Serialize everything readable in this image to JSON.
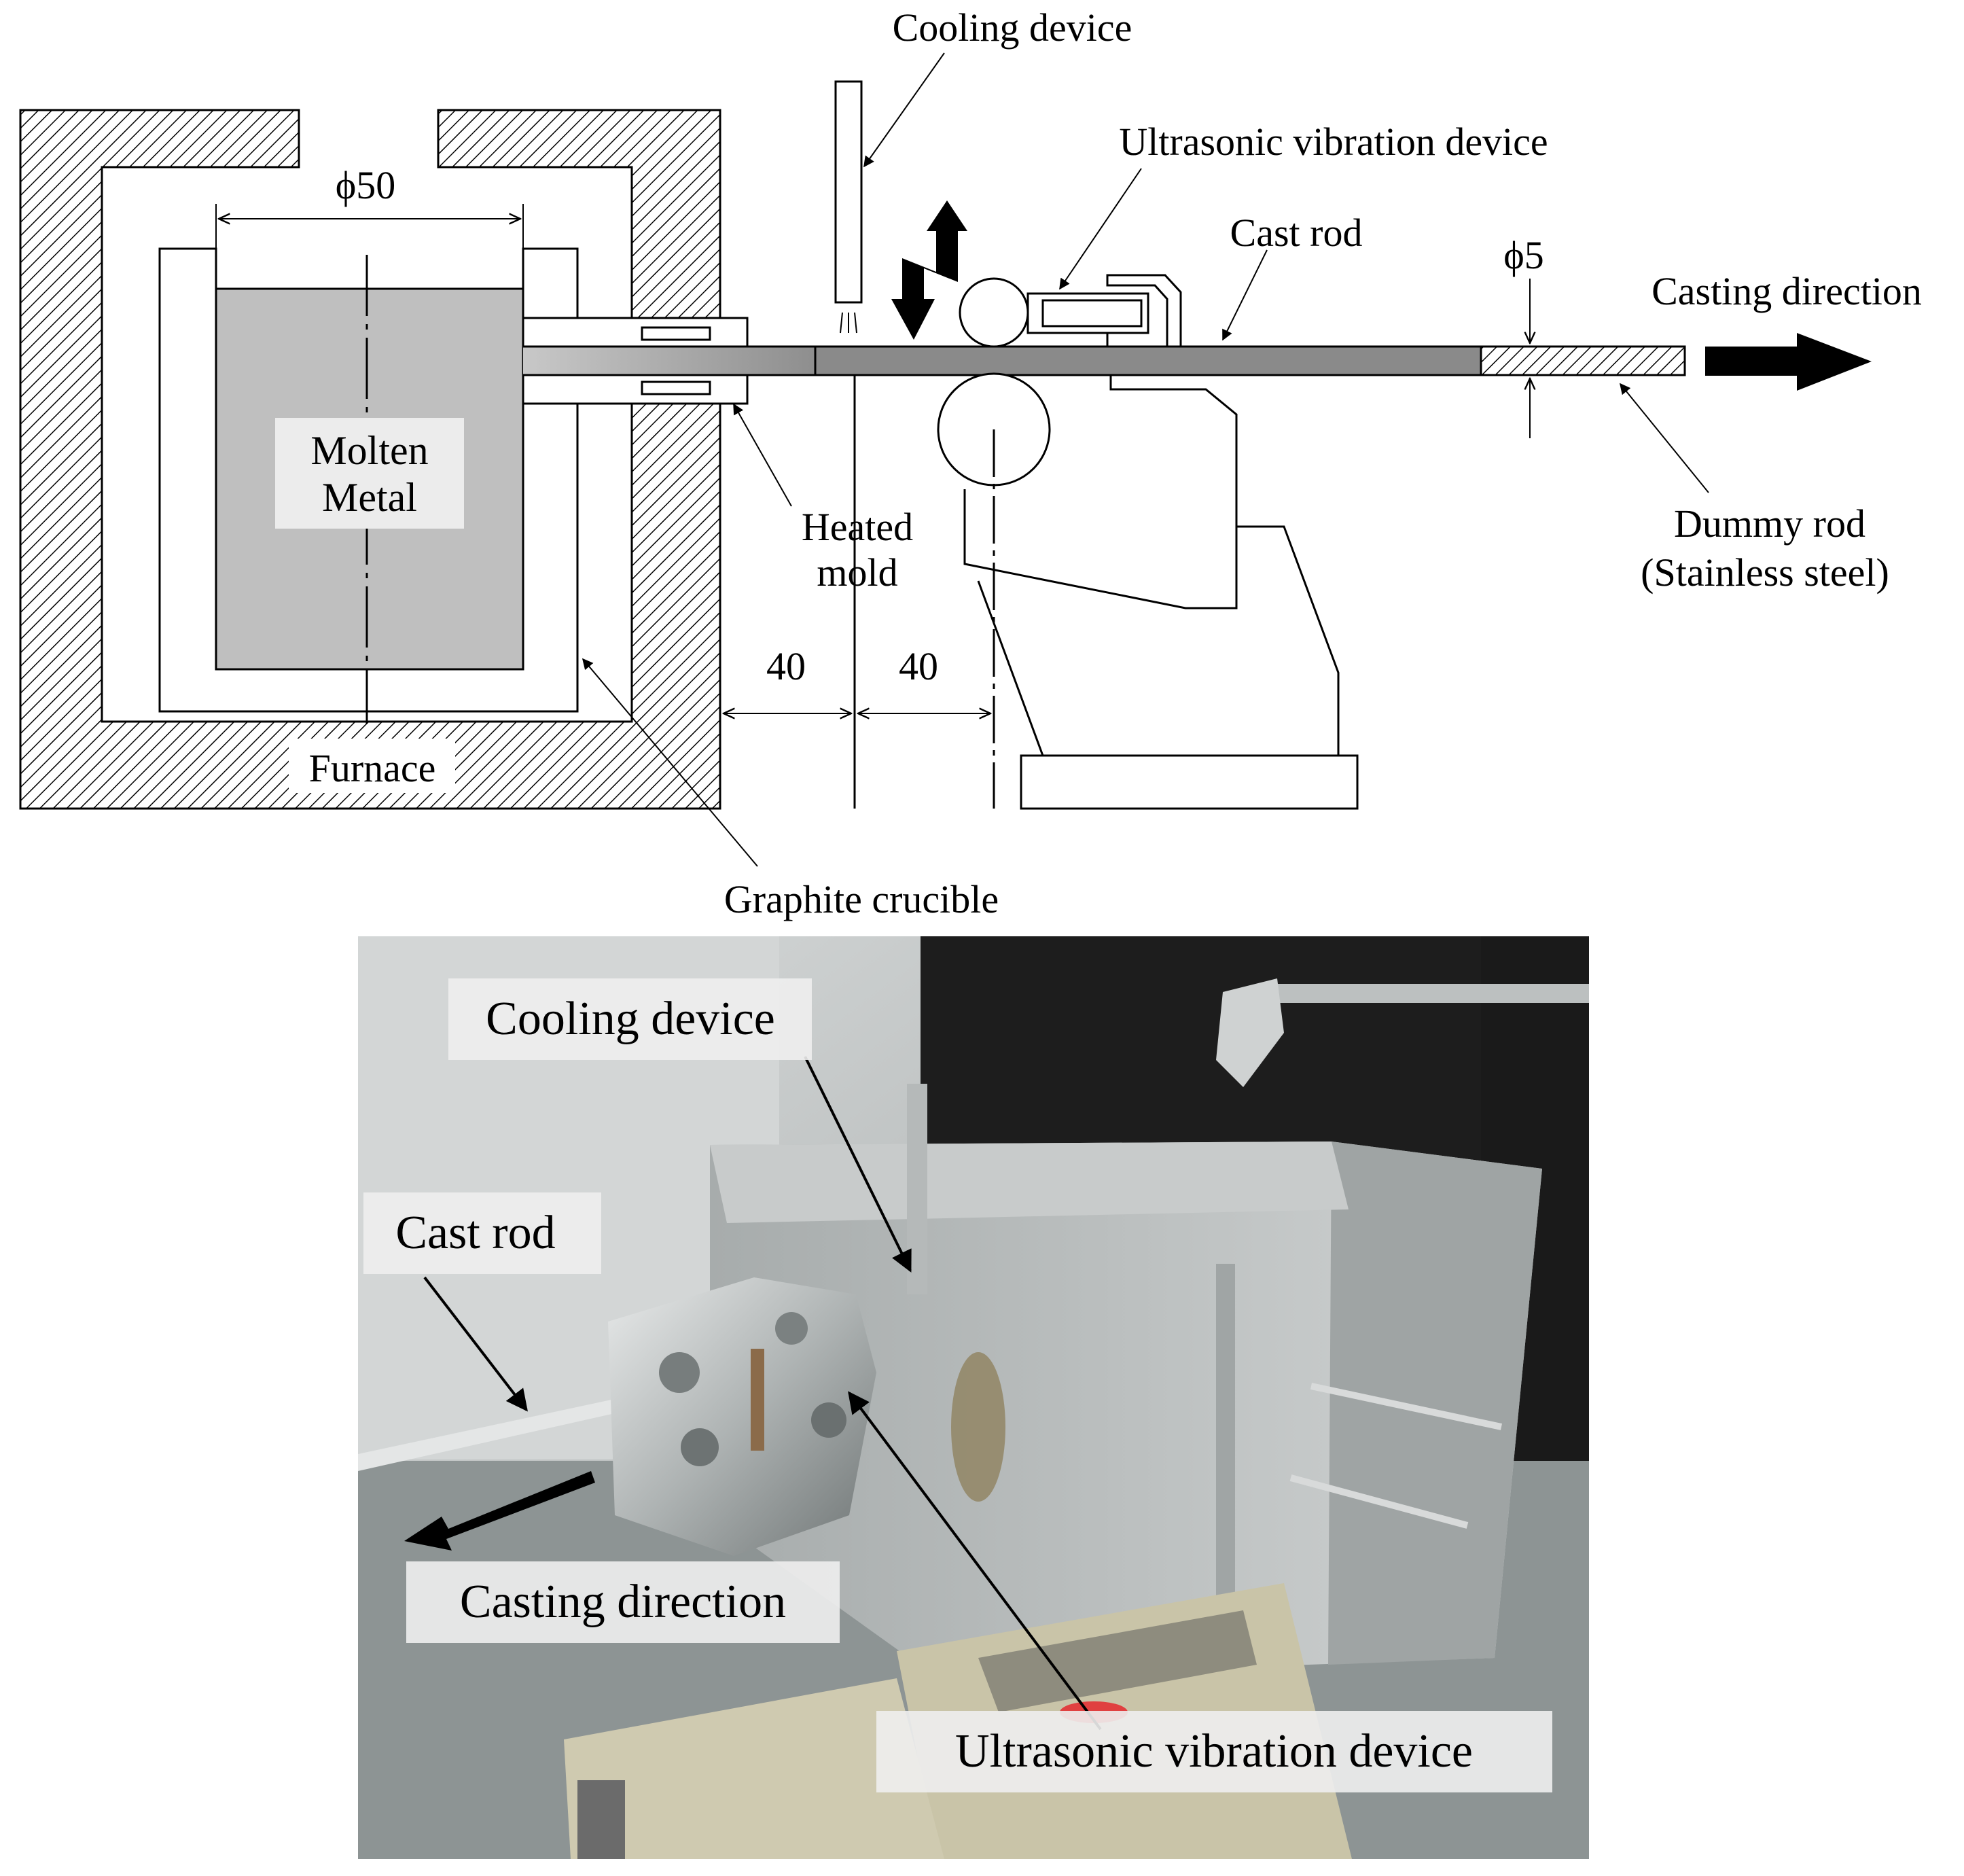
{
  "schematic": {
    "labels": {
      "cooling_device": "Cooling device",
      "ultrasonic_device": "Ultrasonic vibration device",
      "cast_rod": "Cast rod",
      "phi5": "ϕ5",
      "casting_direction": "Casting direction",
      "phi50": "ϕ50",
      "molten_metal_line1": "Molten",
      "molten_metal_line2": "Metal",
      "heated_mold_line1": "Heated",
      "heated_mold_line2": "mold",
      "dummy_rod_line1": "Dummy rod",
      "dummy_rod_line2": "(Stainless steel)",
      "dim_40_left": "40",
      "dim_40_right": "40",
      "furnace": "Furnace",
      "graphite_crucible": "Graphite crucible"
    },
    "colors": {
      "molten_metal": "#bfbfbf",
      "cast_rod": "#8a8a8a",
      "line": "#000000"
    }
  },
  "photo": {
    "labels": {
      "cooling_device": "Cooling device",
      "cast_rod": "Cast rod",
      "casting_direction": "Casting direction",
      "ultrasonic_device": "Ultrasonic vibration device"
    }
  }
}
